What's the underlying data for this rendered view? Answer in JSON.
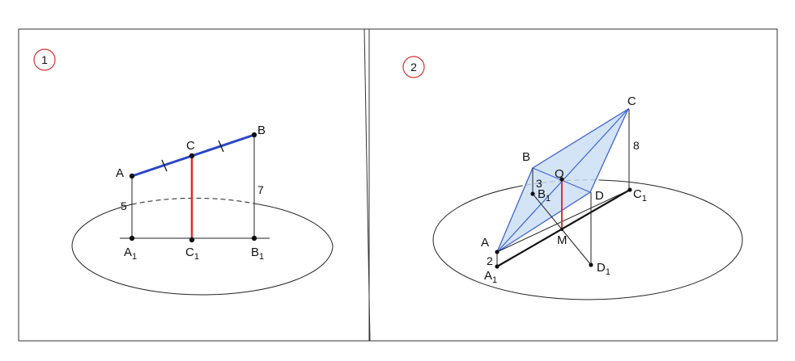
{
  "panel1": {
    "badge": "1",
    "labels": {
      "A": "A",
      "B": "B",
      "C": "C",
      "A1": {
        "base": "A",
        "sub": "1"
      },
      "B1": {
        "base": "B",
        "sub": "1"
      },
      "C1": {
        "base": "C",
        "sub": "1"
      },
      "len_A": "5",
      "len_B": "7"
    }
  },
  "panel2": {
    "badge": "2",
    "labels": {
      "A": "A",
      "B": "B",
      "C": "C",
      "D": "D",
      "O": "O",
      "M": "M",
      "A1": {
        "base": "A",
        "sub": "1"
      },
      "B1": {
        "base": "B",
        "sub": "1"
      },
      "C1": {
        "base": "C",
        "sub": "1"
      },
      "D1": {
        "base": "D",
        "sub": "1"
      },
      "len_A": "2",
      "len_B": "3",
      "len_C": "8"
    }
  },
  "colors": {
    "blue_segment": "#2a46c8",
    "red_segment": "#e03030",
    "badge_circle": "#d93030",
    "face_fill": "#c9ddf5",
    "face_edge": "#3f63d6"
  }
}
